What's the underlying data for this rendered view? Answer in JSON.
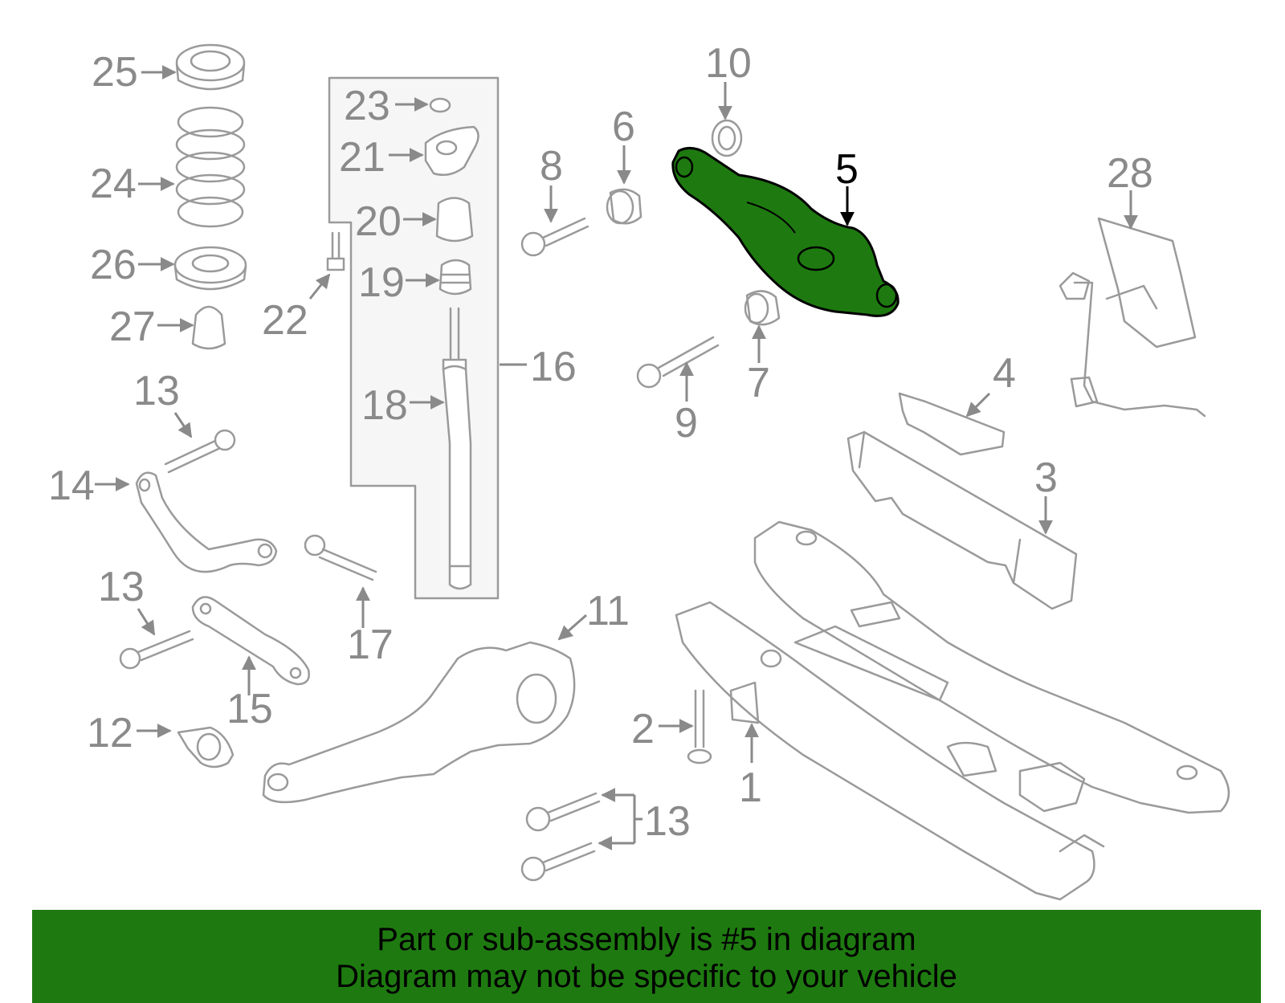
{
  "diagram": {
    "highlighted_part": "5",
    "highlight_color": "#1e7a10",
    "labels": [
      {
        "id": "25",
        "text": "25"
      },
      {
        "id": "24",
        "text": "24"
      },
      {
        "id": "26",
        "text": "26"
      },
      {
        "id": "27",
        "text": "27"
      },
      {
        "id": "23",
        "text": "23"
      },
      {
        "id": "21",
        "text": "21"
      },
      {
        "id": "20",
        "text": "20"
      },
      {
        "id": "19",
        "text": "19"
      },
      {
        "id": "22",
        "text": "22"
      },
      {
        "id": "18",
        "text": "18"
      },
      {
        "id": "16",
        "text": "16"
      },
      {
        "id": "8",
        "text": "8"
      },
      {
        "id": "6",
        "text": "6"
      },
      {
        "id": "10",
        "text": "10"
      },
      {
        "id": "5",
        "text": "5"
      },
      {
        "id": "28",
        "text": "28"
      },
      {
        "id": "9",
        "text": "9"
      },
      {
        "id": "7",
        "text": "7"
      },
      {
        "id": "4",
        "text": "4"
      },
      {
        "id": "3",
        "text": "3"
      },
      {
        "id": "13a",
        "text": "13"
      },
      {
        "id": "14",
        "text": "14"
      },
      {
        "id": "17",
        "text": "17"
      },
      {
        "id": "13b",
        "text": "13"
      },
      {
        "id": "15",
        "text": "15"
      },
      {
        "id": "11",
        "text": "11"
      },
      {
        "id": "12",
        "text": "12"
      },
      {
        "id": "2",
        "text": "2"
      },
      {
        "id": "1",
        "text": "1"
      },
      {
        "id": "13c",
        "text": "13"
      }
    ]
  },
  "banner": {
    "line1": "Part or sub-assembly is #5 in diagram",
    "line2": "Diagram may not be specific to your vehicle",
    "color": "#1e7a10"
  }
}
